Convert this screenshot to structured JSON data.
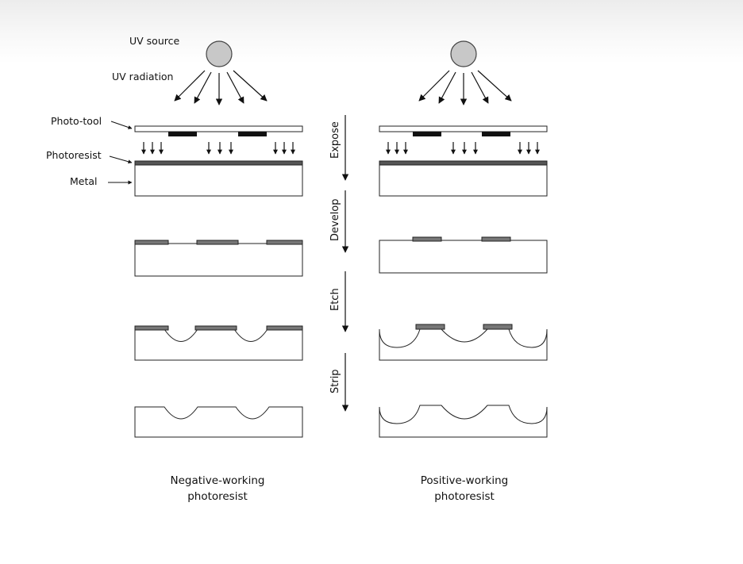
{
  "labels": {
    "uv_source": "UV source",
    "uv_radiation": "UV radiation",
    "photo_tool": "Photo-tool",
    "photoresist": "Photoresist",
    "metal": "Metal"
  },
  "steps": [
    "Expose",
    "Develop",
    "Etch",
    "Strip"
  ],
  "captions": {
    "negative": [
      "Negative-working",
      "photoresist"
    ],
    "positive": [
      "Positive-working",
      "photoresist"
    ]
  },
  "colors": {
    "uv_source_fill": "#c8c8c8",
    "mask_block": "#111111",
    "resist_fill": "#777777",
    "stroke": "#222222"
  }
}
